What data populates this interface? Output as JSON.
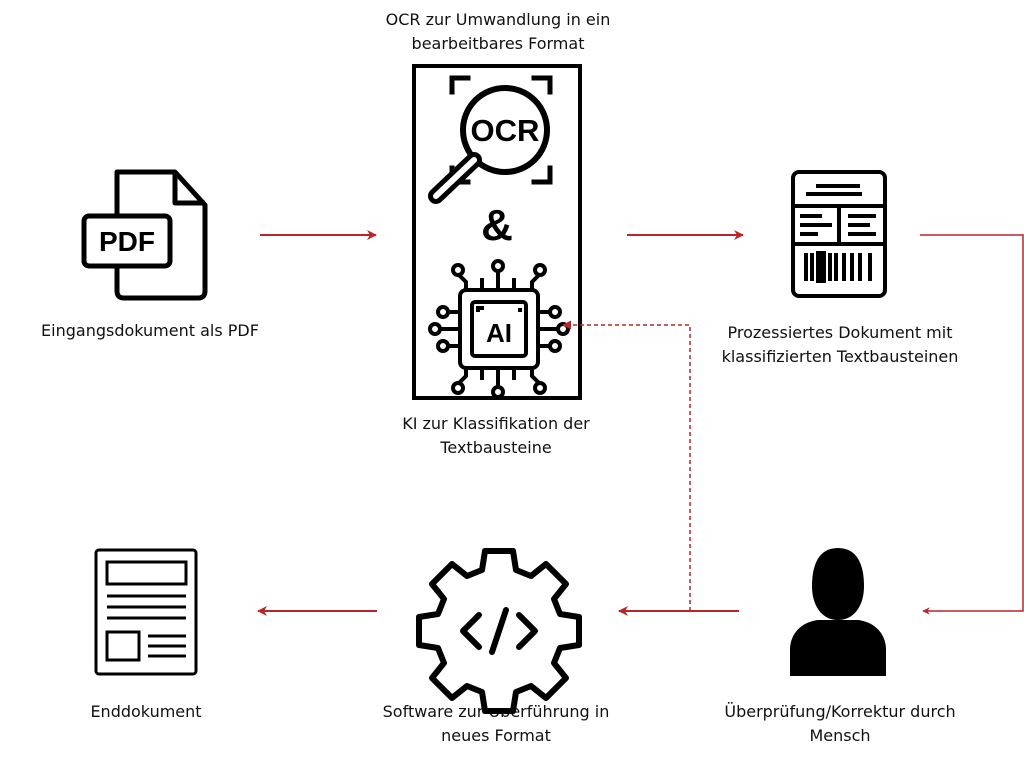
{
  "labels": {
    "ocr_caption": [
      "OCR zur Umwandlung in ein",
      "bearbeitbares Format"
    ],
    "input_doc": "Eingangsdokument als PDF",
    "ki_caption": [
      "KI zur Klassifikation der",
      "Textbausteine"
    ],
    "processed_doc": [
      "Prozessiertes Dokument mit",
      "klassifizierten Textbausteinen"
    ],
    "human_review": [
      "Überprüfung/Korrektur durch",
      "Mensch"
    ],
    "software": [
      "Software zur Überführung in",
      "neues Format"
    ],
    "final_doc": "Enddokument"
  },
  "icon_text": {
    "pdf": "PDF",
    "ocr": "OCR",
    "ampersand": "&",
    "ai": "AI"
  },
  "colors": {
    "arrow": "#b8262a",
    "ink": "#111111"
  }
}
